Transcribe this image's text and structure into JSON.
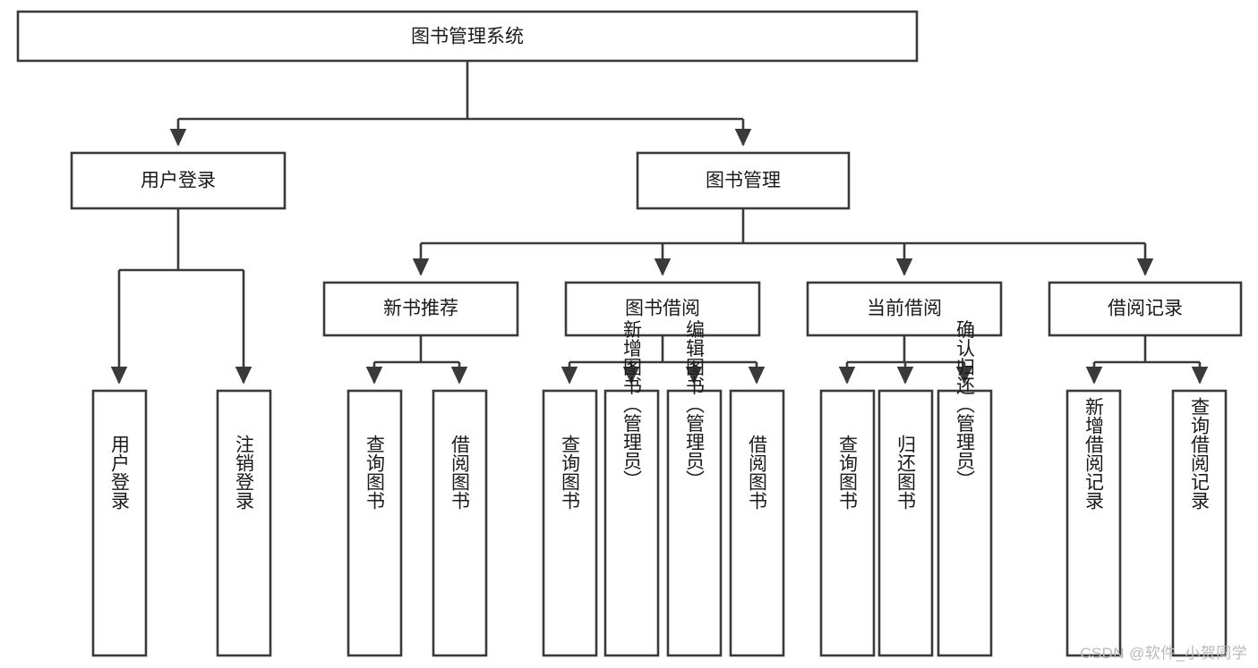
{
  "diagram": {
    "type": "tree",
    "title": "图书管理系统",
    "root": {
      "id": "root",
      "label": "图书管理系统"
    },
    "level1": [
      {
        "id": "user-login",
        "label": "用户登录"
      },
      {
        "id": "book-management",
        "label": "图书管理"
      }
    ],
    "level2": [
      {
        "id": "new-book-recommend",
        "label": "新书推荐",
        "parent": "book-management"
      },
      {
        "id": "book-borrow",
        "label": "图书借阅",
        "parent": "book-management"
      },
      {
        "id": "current-borrow",
        "label": "当前借阅",
        "parent": "book-management"
      },
      {
        "id": "borrow-record",
        "label": "借阅记录",
        "parent": "book-management"
      }
    ],
    "leaves": {
      "user-login": [
        {
          "id": "leaf-user-login",
          "label": "用户登录"
        },
        {
          "id": "leaf-logout-login",
          "label": "注销登录"
        }
      ],
      "new-book-recommend": [
        {
          "id": "leaf-query-book-1",
          "label": "查询图书"
        },
        {
          "id": "leaf-borrow-book-1",
          "label": "借阅图书"
        }
      ],
      "book-borrow": [
        {
          "id": "leaf-query-book-2",
          "label": "查询图书"
        },
        {
          "id": "leaf-add-book",
          "label": "新增图书（管理员）"
        },
        {
          "id": "leaf-edit-book",
          "label": "编辑图书（管理员）"
        },
        {
          "id": "leaf-borrow-book-2",
          "label": "借阅图书"
        }
      ],
      "current-borrow": [
        {
          "id": "leaf-query-book-3",
          "label": "查询图书"
        },
        {
          "id": "leaf-return-book",
          "label": "归还图书"
        },
        {
          "id": "leaf-confirm-return",
          "label": "确认归还（管理员）"
        }
      ],
      "borrow-record": [
        {
          "id": "leaf-add-record",
          "label": "新增借阅记录"
        },
        {
          "id": "leaf-query-record",
          "label": "查询借阅记录"
        }
      ]
    }
  },
  "watermark": {
    "text": "CSDN @软件_小贺同学"
  },
  "colors": {
    "stroke": "#3a3a3a",
    "fill": "#ffffff",
    "text": "#1a1a1a",
    "watermark": "#b9b9b9"
  }
}
